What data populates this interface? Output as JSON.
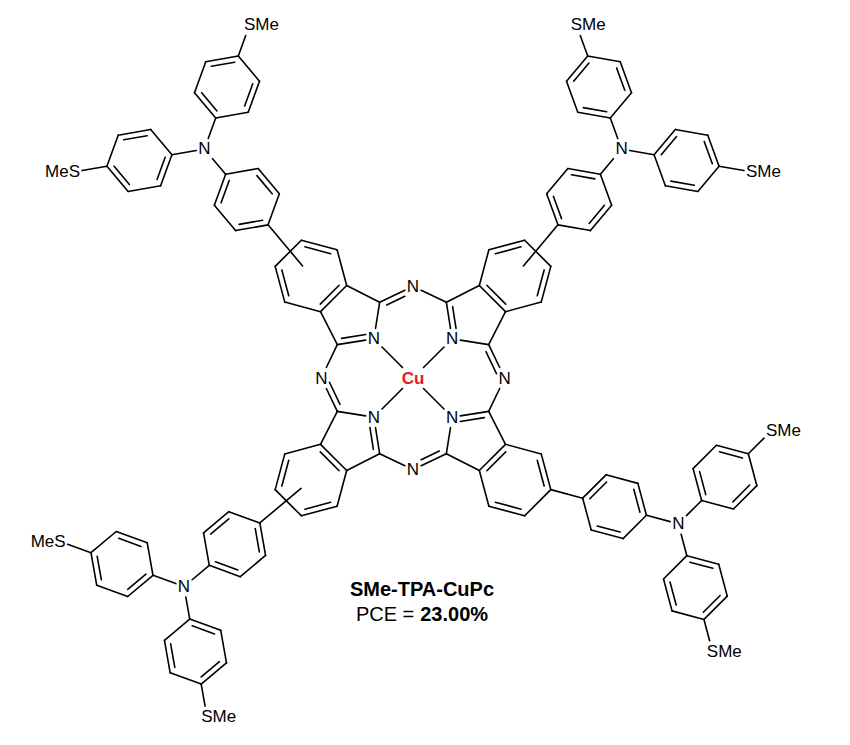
{
  "diagram": {
    "labels": [
      "SMe",
      "SMe",
      "N",
      "N",
      "MeS",
      "SMe",
      "N",
      "N",
      "N",
      "N",
      "Cu",
      "N",
      "SMe",
      "N",
      "N",
      "N",
      "N",
      "MeS",
      "N",
      "SMe-TPA-CuPc",
      "PCE =",
      "23.00%",
      "SMe",
      "SMe"
    ]
  }
}
